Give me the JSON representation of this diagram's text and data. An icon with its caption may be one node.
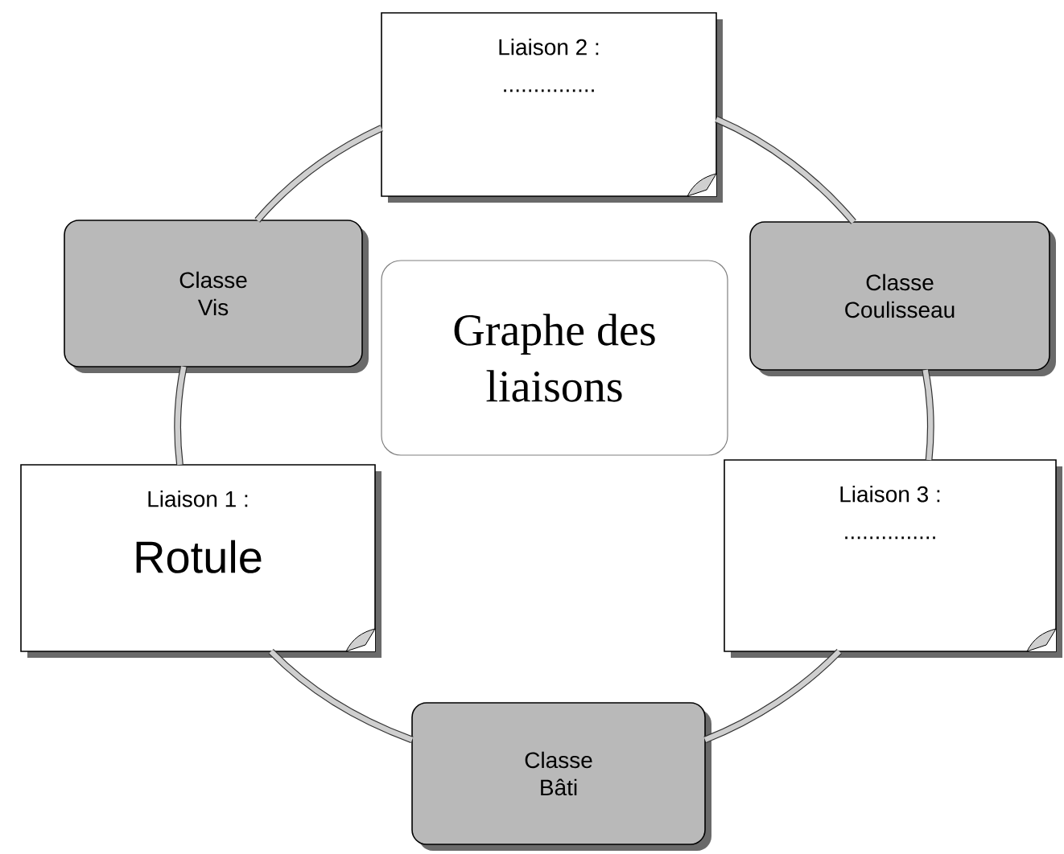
{
  "diagram": {
    "nodes": [
      {
        "text": [
          "Liaison 2 :",
          "..............."
        ]
      },
      {
        "text": [
          "Classe Vis"
        ]
      },
      {
        "text": [
          "Graphe des liaisons"
        ]
      },
      {
        "text": [
          "Classe Coulisseau"
        ]
      },
      {
        "text": [
          "Liaison 1 :",
          "Rotule"
        ]
      },
      {
        "text": [
          "Liaison 3 :",
          "..............."
        ]
      },
      {
        "text": [
          "Classe Bâti"
        ]
      }
    ],
    "edges": [
      {
        "from": 0,
        "to": 3,
        "arrow": "none"
      },
      {
        "from": 3,
        "to": 5,
        "arrow": "none"
      },
      {
        "from": 5,
        "to": 6,
        "arrow": "none"
      },
      {
        "from": 6,
        "to": 4,
        "arrow": "none"
      },
      {
        "from": 4,
        "to": 1,
        "arrow": "none"
      },
      {
        "from": 1,
        "to": 0,
        "arrow": "none"
      }
    ]
  }
}
